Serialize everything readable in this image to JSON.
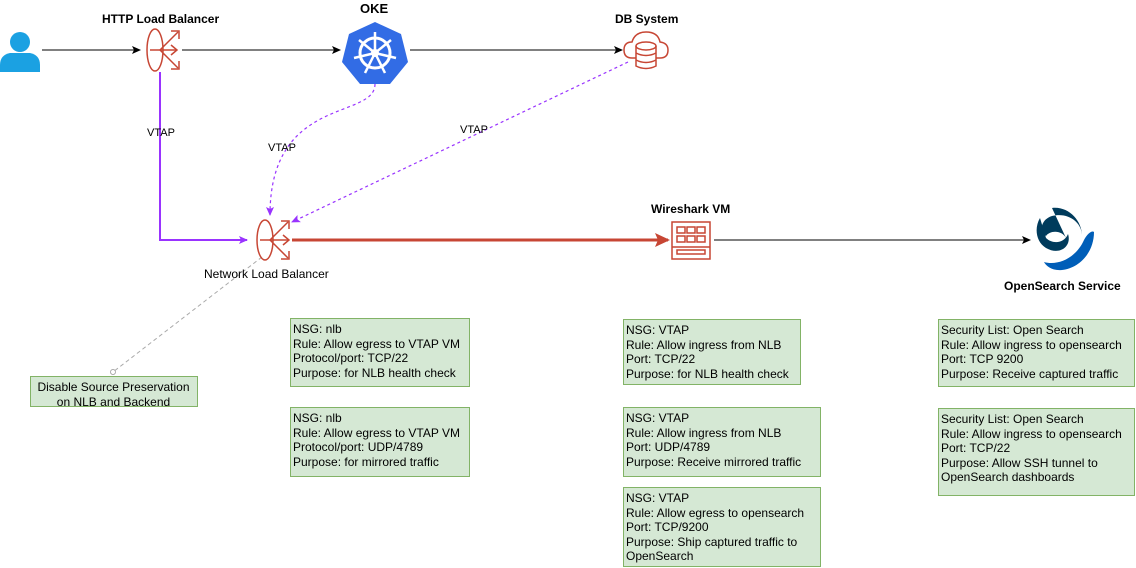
{
  "nodes": {
    "http_lb": "HTTP Load Balancer",
    "oke": "OKE",
    "db": "DB System",
    "wireshark": "Wireshark VM",
    "nlb": "Network Load Balancer",
    "opensearch": "OpenSearch Service"
  },
  "edges": {
    "vtap_http": "VTAP",
    "vtap_oke": "VTAP",
    "vtap_db": "VTAP"
  },
  "notes": {
    "source_pres": [
      "Disable Source Preservation",
      "on NLB and Backend"
    ],
    "nsg_nlb_1": [
      "NSG: nlb",
      "Rule: Allow egress to VTAP VM",
      "Protocol/port: TCP/22",
      "Purpose: for NLB health check"
    ],
    "nsg_nlb_2": [
      "NSG: nlb",
      "Rule: Allow egress to VTAP VM",
      "Protocol/port: UDP/4789",
      "Purpose: for mirrored traffic"
    ],
    "nsg_vtap_1": [
      "NSG: VTAP",
      "Rule: Allow ingress from NLB",
      "Port: TCP/22",
      "Purpose: for NLB health check"
    ],
    "nsg_vtap_2": [
      "NSG: VTAP",
      "Rule: Allow ingress from NLB",
      "Port: UDP/4789",
      "Purpose: Receive mirrored traffic"
    ],
    "nsg_vtap_3": [
      "NSG: VTAP",
      "Rule: Allow egress to opensearch",
      "Port: TCP/9200",
      "Purpose: Ship captured traffic to",
      "OpenSearch"
    ],
    "sl_os_1": [
      "Security List: Open Search",
      "Rule: Allow ingress to opensearch",
      "Port: TCP 9200",
      "Purpose: Receive captured traffic"
    ],
    "sl_os_2": [
      "Security List: Open Search",
      "Rule: Allow ingress to opensearch",
      "Port: TCP/22",
      "Purpose: Allow SSH tunnel to",
      "OpenSearch dashboards"
    ]
  },
  "icons": {
    "user": "user-icon",
    "http_lb": "load-balancer-icon",
    "oke": "kubernetes-icon",
    "db": "database-icon",
    "nlb": "load-balancer-icon",
    "wireshark": "vm-icon",
    "opensearch": "opensearch-icon"
  },
  "colors": {
    "oracle_red": "#c74634",
    "vtap_purple": "#9933ff",
    "kubernetes_blue": "#326ce5",
    "user_blue": "#1ba1e2",
    "note_fill": "#d5e8d4",
    "note_border": "#82b366"
  }
}
